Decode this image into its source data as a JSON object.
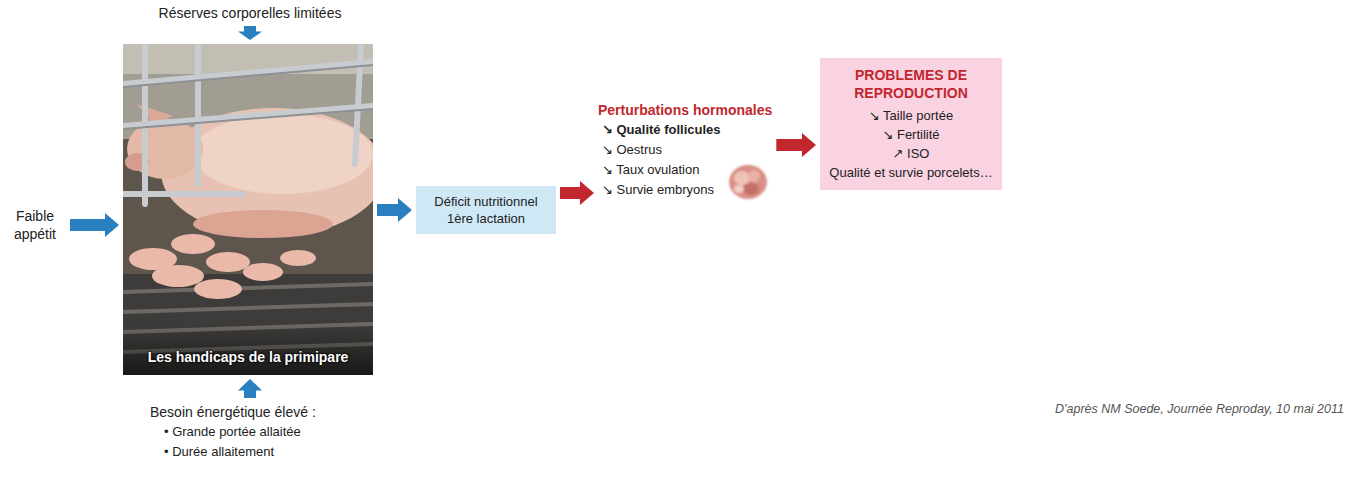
{
  "diagram": {
    "nodes": [
      {
        "text": [
          "Réserves corporelles limitées"
        ]
      },
      {
        "text": [
          "Faible appétit"
        ]
      },
      {
        "text": [
          "Les handicaps de la primipare"
        ]
      },
      {
        "text": [
          "Besoin énergétique élevé :",
          "• Grande portée allaitée",
          "• Durée allaitement"
        ]
      },
      {
        "text": [
          "Déficit nutritionnel 1ère lactation"
        ]
      },
      {
        "text": [
          "Perturbations hormonales",
          "↘ Qualité follicules",
          "↘ Oestrus",
          "↘ Taux ovulation",
          "↘ Survie embryons"
        ]
      },
      {
        "text": [
          "PROBLEMES DE REPRODUCTION",
          "↘ Taille portée",
          "↘ Fertilité",
          "↗ ISO",
          "Qualité et survie porcelets…"
        ]
      }
    ],
    "edges": [
      {
        "from": 0,
        "to": 2,
        "arrow": "to"
      },
      {
        "from": 1,
        "to": 2,
        "arrow": "to"
      },
      {
        "from": 3,
        "to": 2,
        "arrow": "to"
      },
      {
        "from": 2,
        "to": 4,
        "arrow": "to"
      },
      {
        "from": 4,
        "to": 5,
        "arrow": "to"
      },
      {
        "from": 5,
        "to": 6,
        "arrow": "to"
      }
    ],
    "labels": [
      "D'après NM Soede, Journée Reproday, 10 mai 2011"
    ]
  }
}
